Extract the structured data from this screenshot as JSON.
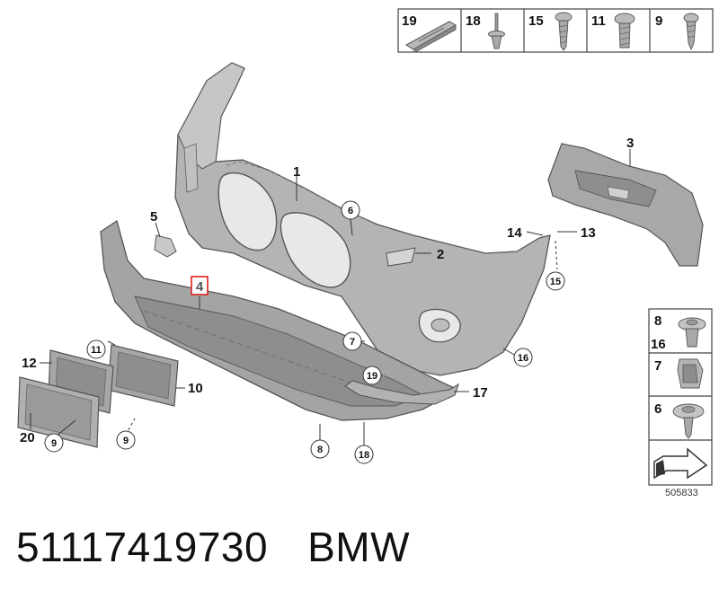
{
  "diagram_id": "505833",
  "caption": {
    "part_number": "51117419730",
    "brand": "BMW"
  },
  "highlighted_part": "4",
  "fastener_strip": [
    {
      "label": "19",
      "icon": "clip-rail-icon"
    },
    {
      "label": "18",
      "icon": "expanding-rivet-icon"
    },
    {
      "label": "15",
      "icon": "screw-icon"
    },
    {
      "label": "11",
      "icon": "bolt-icon"
    },
    {
      "label": "9",
      "icon": "self-tapping-screw-icon"
    }
  ],
  "side_panel": [
    {
      "labels": [
        "8",
        "16"
      ],
      "icon": "push-rivet-icon"
    },
    {
      "labels": [
        "7"
      ],
      "icon": "spring-clip-icon"
    },
    {
      "labels": [
        "6"
      ],
      "icon": "washer-screw-icon"
    },
    {
      "labels": [],
      "icon": "arrow-direction-icon"
    }
  ],
  "callouts_plain": [
    {
      "id": "1",
      "text": "1"
    },
    {
      "id": "2",
      "text": "2"
    },
    {
      "id": "3",
      "text": "3"
    },
    {
      "id": "5",
      "text": "5"
    },
    {
      "id": "10",
      "text": "10"
    },
    {
      "id": "12",
      "text": "12"
    },
    {
      "id": "13",
      "text": "13"
    },
    {
      "id": "14",
      "text": "14"
    },
    {
      "id": "17",
      "text": "17"
    },
    {
      "id": "20",
      "text": "20"
    }
  ],
  "callouts_circled": [
    {
      "id": "6",
      "text": "6"
    },
    {
      "id": "7",
      "text": "7"
    },
    {
      "id": "8",
      "text": "8"
    },
    {
      "id": "9a",
      "text": "9"
    },
    {
      "id": "9b",
      "text": "9"
    },
    {
      "id": "11",
      "text": "11"
    },
    {
      "id": "15",
      "text": "15"
    },
    {
      "id": "16",
      "text": "16"
    },
    {
      "id": "18",
      "text": "18"
    },
    {
      "id": "19",
      "text": "19"
    }
  ],
  "colors": {
    "part_fill": "#b0b0b0",
    "part_fill_light": "#c8c8c8",
    "part_shade": "#8a8a8a",
    "outline": "#555555",
    "highlight": "#e02020",
    "text": "#111111",
    "panel_border": "#444444"
  }
}
